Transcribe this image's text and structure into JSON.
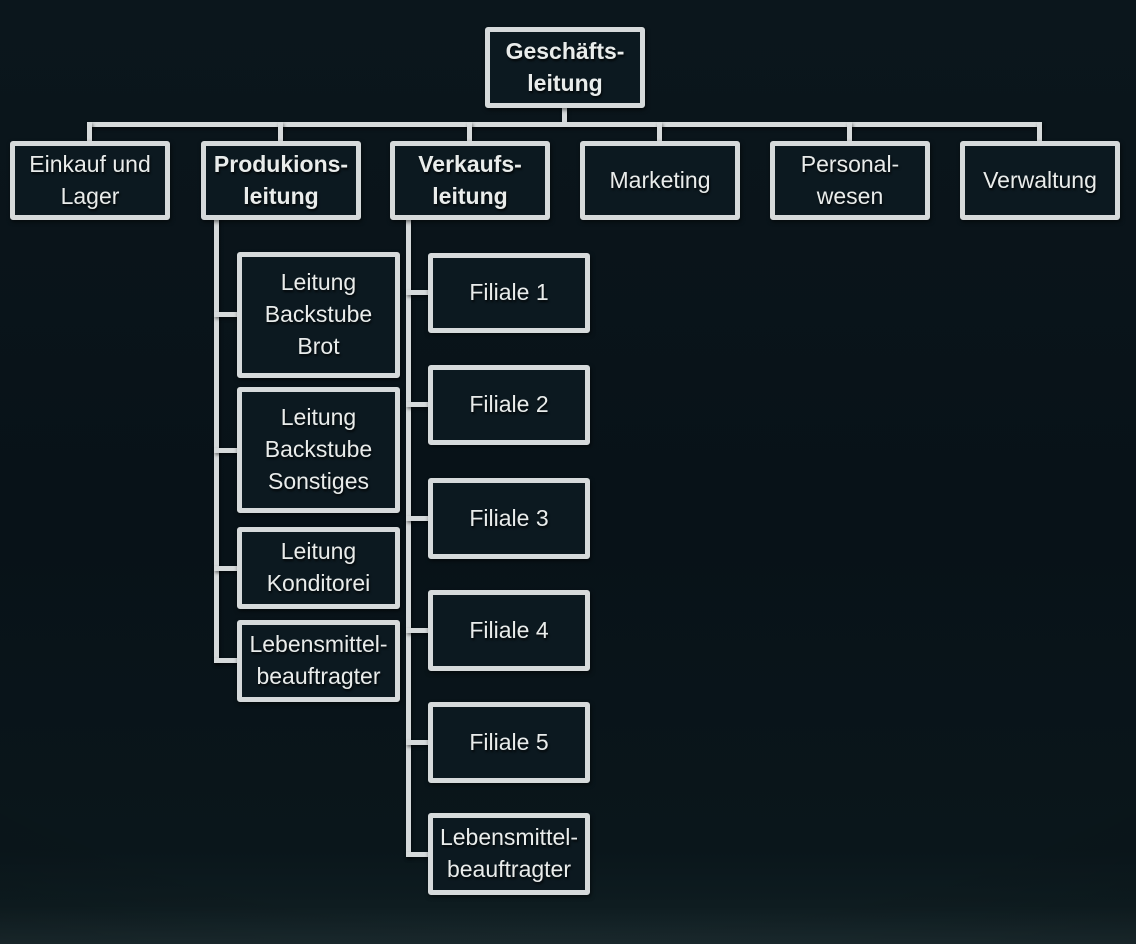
{
  "colors": {
    "background": "#081218",
    "box_fill": "#0c1920",
    "box_border": "#d6dadb",
    "text": "#e9eceb",
    "connector": "#d6dadb"
  },
  "org_chart": {
    "type": "tree",
    "root": {
      "label": "Geschäfts-\nleitung",
      "emphasis": true,
      "children": [
        {
          "label": "Einkauf und\nLager",
          "emphasis": false,
          "children": []
        },
        {
          "label": "Produkions-\nleitung",
          "emphasis": true,
          "children": [
            {
              "label": "Leitung\nBackstube\nBrot"
            },
            {
              "label": "Leitung\nBackstube\nSonstiges"
            },
            {
              "label": "Leitung\nKonditorei"
            },
            {
              "label": "Lebensmittel-\nbeauftragter"
            }
          ]
        },
        {
          "label": "Verkaufs-\nleitung",
          "emphasis": true,
          "children": [
            {
              "label": "Filiale 1"
            },
            {
              "label": "Filiale 2"
            },
            {
              "label": "Filiale 3"
            },
            {
              "label": "Filiale 4"
            },
            {
              "label": "Filiale 5"
            },
            {
              "label": "Lebensmittel-\nbeauftragter"
            }
          ]
        },
        {
          "label": "Marketing",
          "emphasis": false,
          "children": []
        },
        {
          "label": "Personal-\nwesen",
          "emphasis": false,
          "children": []
        },
        {
          "label": "Verwaltung",
          "emphasis": false,
          "children": []
        }
      ]
    }
  }
}
